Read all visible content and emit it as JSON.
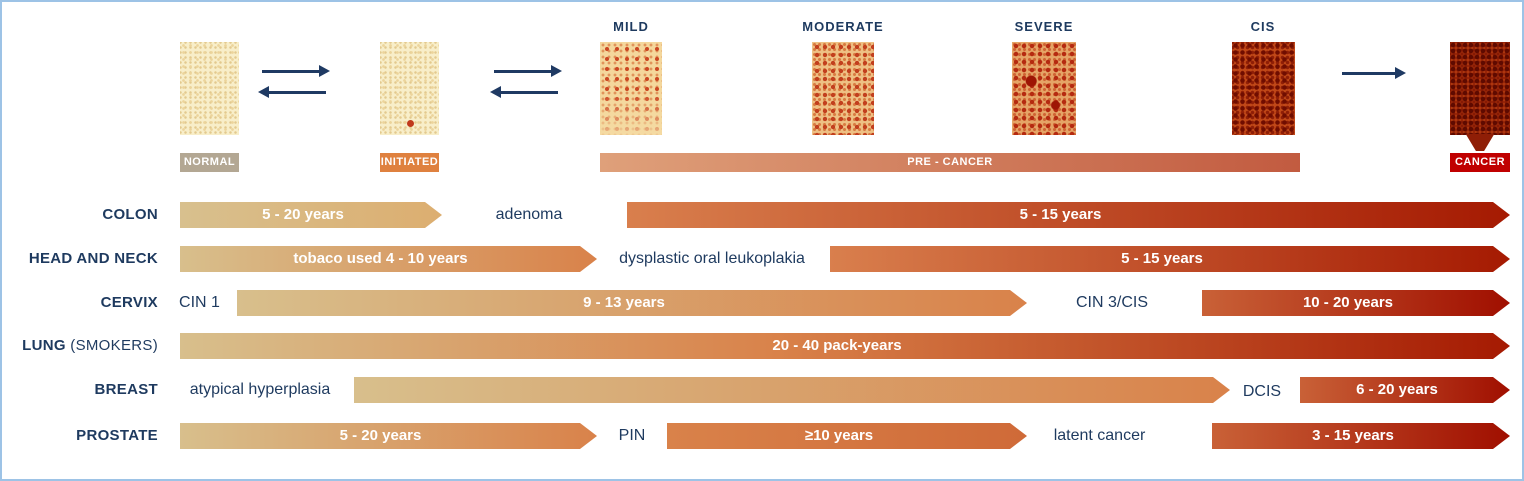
{
  "stages": {
    "mild": "MILD",
    "moderate": "MODERATE",
    "severe": "SEVERE",
    "cis": "CIS"
  },
  "badges": {
    "normal": "NORMAL",
    "initiated": "INITIATED",
    "pre_cancer": "PRE - CANCER",
    "cancer": "CANCER"
  },
  "rows": {
    "colon": {
      "label": "COLON",
      "arrow1": "5 - 20 years",
      "mid": "adenoma",
      "arrow2": "5 - 15 years"
    },
    "head_neck": {
      "label": "HEAD AND NECK",
      "arrow1": "tobaco used 4 - 10 years",
      "mid": "dysplastic oral leukoplakia",
      "arrow2": "5 - 15 years"
    },
    "cervix": {
      "label": "CERVIX",
      "pre": "CIN 1",
      "arrow1": "9 - 13 years",
      "mid": "CIN 3/CIS",
      "arrow2": "10 - 20 years"
    },
    "lung": {
      "label": "LUNG",
      "suffix": " (SMOKERS)",
      "arrow1": "20 - 40  pack-years"
    },
    "breast": {
      "label": "BREAST",
      "pre": "atypical hyperplasia",
      "mid": "DCIS",
      "arrow2": "6 - 20 years"
    },
    "prostate": {
      "label": "PROSTATE",
      "arrow1": "5 - 20 years",
      "mid1": "PIN",
      "arrow2": "≥10 years",
      "mid2": "latent cancer",
      "arrow3": "3 - 15 years"
    }
  },
  "colors": {
    "navy": "#1e3a5f",
    "border_blue": "#9dc3e6",
    "tan": "#d8c08d",
    "orange": "#d9824a",
    "dark_red": "#a51a02",
    "badge_normal_bg": "#b3a793",
    "badge_initiated_bg": "#df813f",
    "badge_cancer_bg": "#c00000"
  }
}
